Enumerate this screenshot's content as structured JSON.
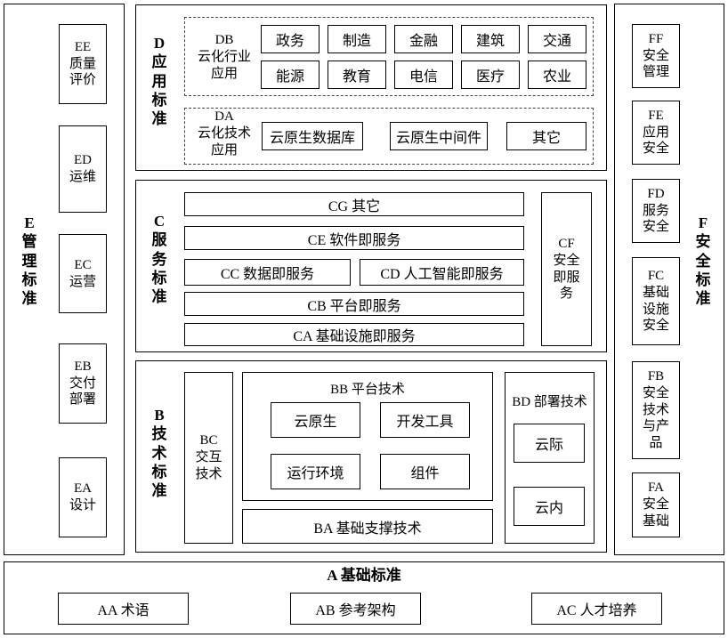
{
  "E": {
    "label": "E\n管\n理\n标\n准",
    "items": [
      "EE\n质量\n评价",
      "ED\n运维",
      "EC\n运营",
      "EB\n交付\n部署",
      "EA\n设计"
    ]
  },
  "F": {
    "label": "F\n安\n全\n标\n准",
    "items": [
      "FF\n安全\n管理",
      "FE\n应用\n安全",
      "FD\n服务\n安全",
      "FC\n基础\n设施\n安全",
      "FB\n安全\n技术\n与产\n品",
      "FA\n安全\n基础"
    ]
  },
  "D": {
    "label": "D\n应\n用\n标\n准",
    "db_label": "DB\n云化行业\n应用",
    "db_items": [
      "政务",
      "制造",
      "金融",
      "建筑",
      "交通",
      "能源",
      "教育",
      "电信",
      "医疗",
      "农业"
    ],
    "da_label": "DA\n云化技术\n应用",
    "da_items": [
      "云原生数据库",
      "云原生中间件",
      "其它"
    ]
  },
  "C": {
    "label": "C\n服\n务\n标\n准",
    "cg": "CG 其它",
    "ce": "CE 软件即服务",
    "cc": "CC 数据即服务",
    "cd": "CD 人工智能即服务",
    "cb": "CB 平台即服务",
    "ca": "CA 基础设施即服务",
    "cf": "CF\n安全\n即服\n务"
  },
  "B": {
    "label": "B\n技\n术\n标\n准",
    "bc": "BC\n交互\n技术",
    "bb_label": "BB 平台技术",
    "bb_items": [
      "云原生",
      "开发工具",
      "运行环境",
      "组件"
    ],
    "ba": "BA 基础支撑技术",
    "bd_label": "BD 部署技术",
    "bd_items": [
      "云际",
      "云内"
    ]
  },
  "A": {
    "label": "A 基础标准",
    "items": [
      "AA 术语",
      "AB 参考架构",
      "AC 人才培养"
    ]
  }
}
